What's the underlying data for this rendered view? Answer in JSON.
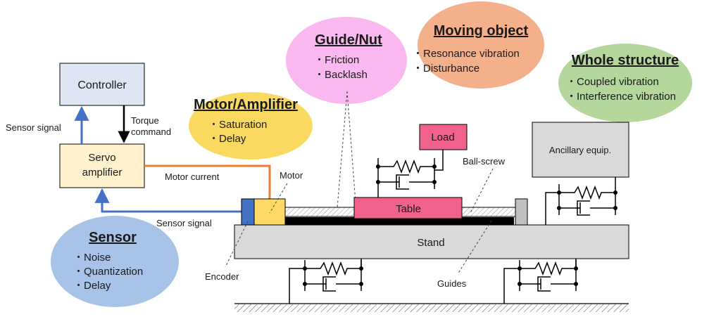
{
  "blocks": {
    "controller": "Controller",
    "servo_line1": "Servo",
    "servo_line2": "amplifier",
    "load": "Load",
    "table": "Table",
    "stand": "Stand",
    "ancillary": "Ancillary equip."
  },
  "signals": {
    "sensor_signal_top": "Sensor signal",
    "torque_line1": "Torque",
    "torque_line2": "command",
    "motor_current": "Motor current",
    "sensor_signal_bottom": "Sensor signal"
  },
  "components": {
    "motor": "Motor",
    "encoder": "Encoder",
    "ball_screw": "Ball-screw",
    "guides": "Guides"
  },
  "bubbles": {
    "motor_amplifier": {
      "title": "Motor/Amplifier",
      "items": [
        "・Saturation",
        "・Delay"
      ],
      "color": "#fad961"
    },
    "guide_nut": {
      "title": "Guide/Nut",
      "items": [
        "・Friction",
        "・Backlash"
      ],
      "color": "#f9b8f0"
    },
    "moving_object": {
      "title": "Moving object",
      "items": [
        "・Resonance vibration",
        "・Disturbance"
      ],
      "color": "#f3b08a"
    },
    "whole_structure": {
      "title": "Whole structure",
      "items": [
        "・Coupled vibration",
        "・Interference vibration"
      ],
      "color": "#b5d79c"
    },
    "sensor": {
      "title": "Sensor",
      "items": [
        "・Noise",
        "・Quantization",
        "・Delay"
      ],
      "color": "#a7c4e8"
    }
  },
  "colors": {
    "block_fill": "#dde6f2",
    "servo_fill": "#fff2cc",
    "load_fill": "#f0618c",
    "table_fill": "#f0618c",
    "stand_fill": "#d9d9d9",
    "encoder_fill": "#4472c4",
    "motor_fill": "#ffd966",
    "sensor_line": "#4472c4",
    "current_line": "#ed7d31"
  }
}
